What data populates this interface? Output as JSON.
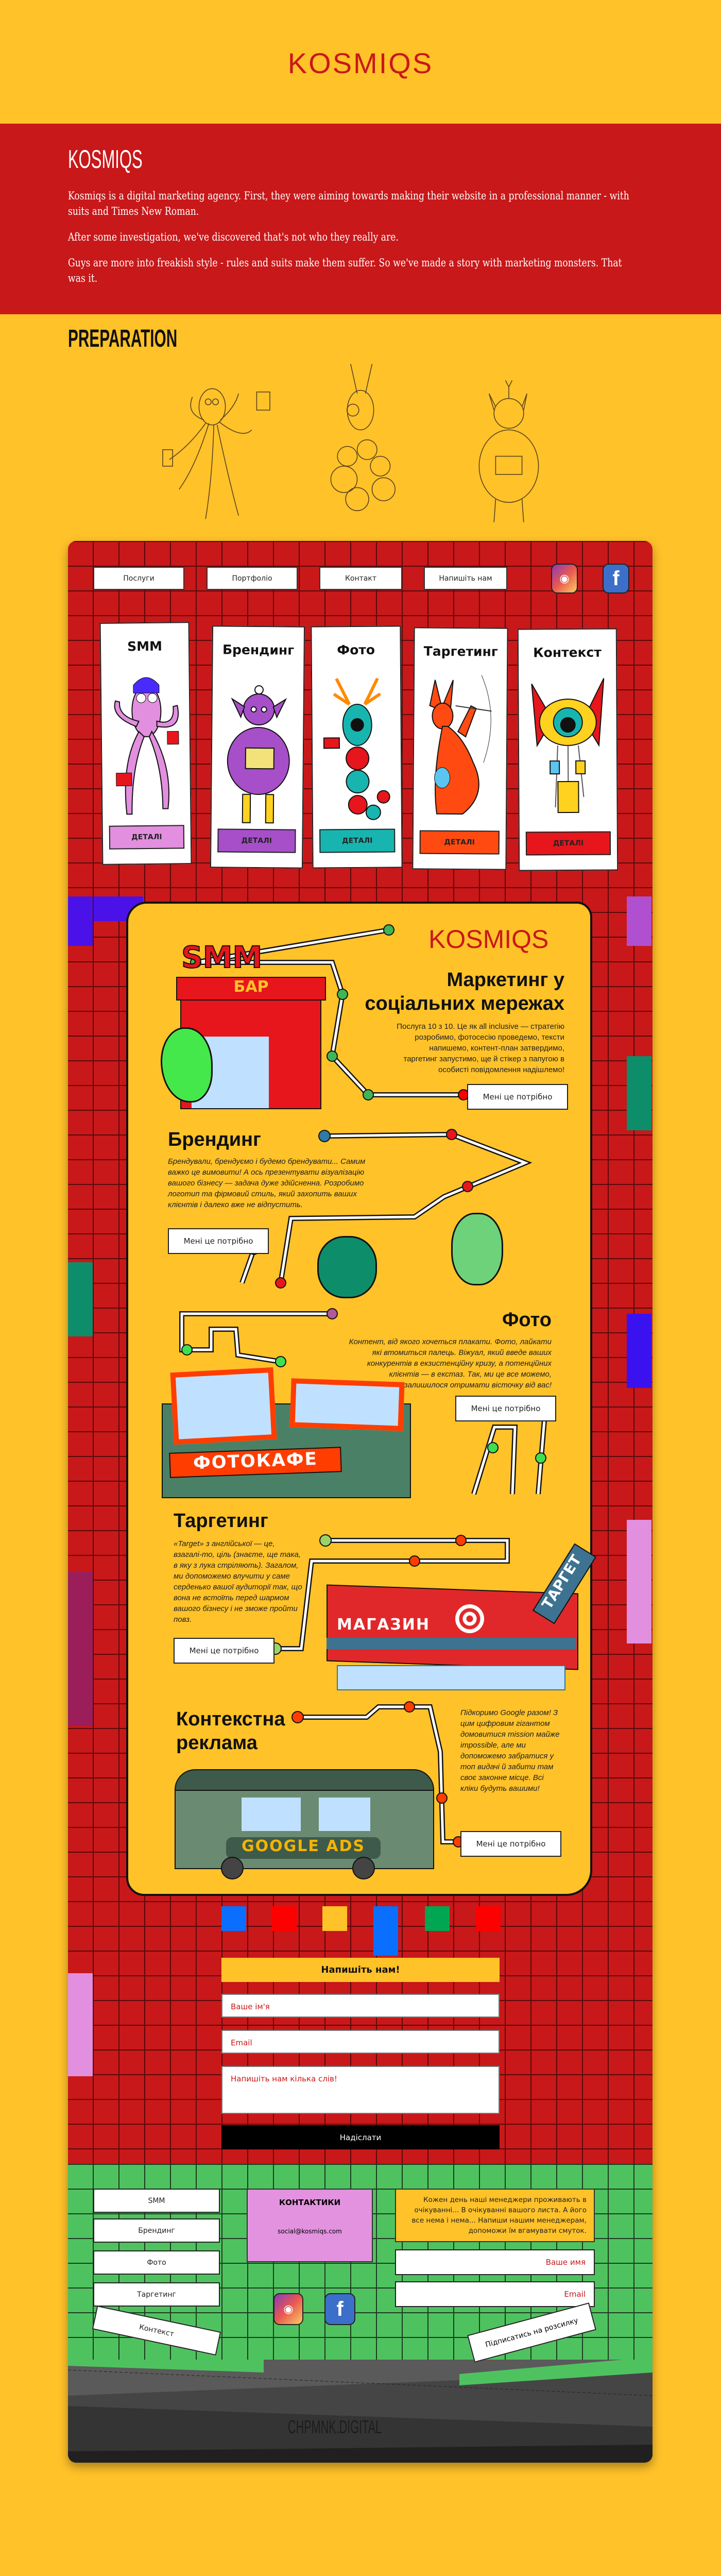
{
  "hero": {
    "logo": "KOSMIQS"
  },
  "intro": {
    "title": "KOSMIQS",
    "paragraphs": [
      "Kosmiqs is a digital marketing agency. First, they were aiming towards making their website in a professional manner - with suits and Times New Roman.",
      "After some investigation, we've discovered that's not who they really are.",
      "Guys are more into freakish style - rules and suits make them suffer. So we've made a story with marketing monsters. That was it."
    ]
  },
  "preparation": {
    "title": "PREPARATION"
  },
  "site": {
    "nav": [
      "Послуги",
      "Портфоліо",
      "Контакт",
      "Напишіть нам"
    ],
    "social": {
      "instagram": "instagram-icon",
      "facebook": "f"
    },
    "services": [
      {
        "title": "SMM",
        "button": "ДЕТАЛІ",
        "color": "#e28fe0"
      },
      {
        "title": "Брендинг",
        "button": "ДЕТАЛІ",
        "color": "#a64fc8"
      },
      {
        "title": "Фото",
        "button": "ДЕТАЛІ",
        "color": "#18b5b0"
      },
      {
        "title": "Таргетинг",
        "button": "ДЕТАЛІ",
        "color": "#ff4b12"
      },
      {
        "title": "Контекст",
        "button": "ДЕТАЛІ",
        "color": "#e6161c"
      }
    ],
    "map": {
      "logo": "KOSMIQS",
      "need_button": "Мені це потрібно",
      "smm": {
        "title": "Маркетинг у соціальних мережах",
        "text": "Послуга 10 з 10. Це як all inclusive — стратегію розробимо, фотосесію проведемо, тексти напишемо, контент-план затвердимо, таргетинг запустимо, ще й стікер з папугою в особисті повідомлення надішлемо!",
        "sign_top": "SMM",
        "sign_bottom": "БАР"
      },
      "branding": {
        "title": "Брендинг",
        "text": "Брендували, брендуємо і будемо брендувати... Самим важко це вимовити! А ось презентувати візуалізацію вашого бізнесу — задача дуже здійсненна. Розробимо логотип та фірмовий стиль, який захопить ваших клієнтів і далеко вже не відпустить."
      },
      "photo": {
        "title": "Фото",
        "text": "Контент, від якого хочеться плакати. Фото, лайкати які втомиться палець. Віжуал, який введе ваших конкурентів в екзистенційну кризу, а потенційних клієнтів — в екстаз. Так, ми це все можемо, залишилося отримати вісточку від вас!",
        "sign": "ФОТОКАФЕ"
      },
      "targeting": {
        "title": "Таргетинг",
        "text": "«Target» з англійської — це, взагалі-то, ціль (знаєте, ще така, в яку з лука стріляють). Загалом, ми допоможемо влучити у саме серденько вашої аудиторії так, що вона не встоїть перед шармом вашого бізнесу і не зможе пройти повз.",
        "sign": "МАГАЗИН",
        "arrow": "ТАРГЕТ"
      },
      "context": {
        "title": "Контекстна реклама",
        "text": "Підкоримо Google разом! З цим цифровим гігантом домовитися mission майже impossible, але ми допоможемо забратися у топ видачі й забити там своє законне місце. Всі кліки будуть вашими!",
        "sign": "GOOGLE ADS"
      }
    },
    "form": {
      "title": "Напишіть нам!",
      "name_placeholder": "Ваше ім'я",
      "email_placeholder": "Email",
      "message_placeholder": "Напишіть нам кілька слів!",
      "submit": "Надіслати"
    },
    "footer": {
      "links": [
        "SMM",
        "Брендинг",
        "Фото",
        "Таргетинг",
        "Контекст"
      ],
      "contacts_title": "КОНТАКТИКИ",
      "email": "social@kosmiqs.com",
      "note": "Кожен день наші менеджери проживають в очікуванні... В очікуванні вашого листа. А його все нема і нема... Напиши нашим менеджерам, допоможи їм вгамувати смуток.",
      "name_placeholder": "Ваше имя",
      "email_placeholder": "Email",
      "subscribe": "Підписатись на розсилку",
      "credit": "CHPMNK.DIGITAL"
    }
  },
  "colors": {
    "yellow": "#ffc229",
    "red": "#c8181a",
    "green": "#4fc260",
    "pink": "#e292df",
    "dark": "#333333"
  }
}
